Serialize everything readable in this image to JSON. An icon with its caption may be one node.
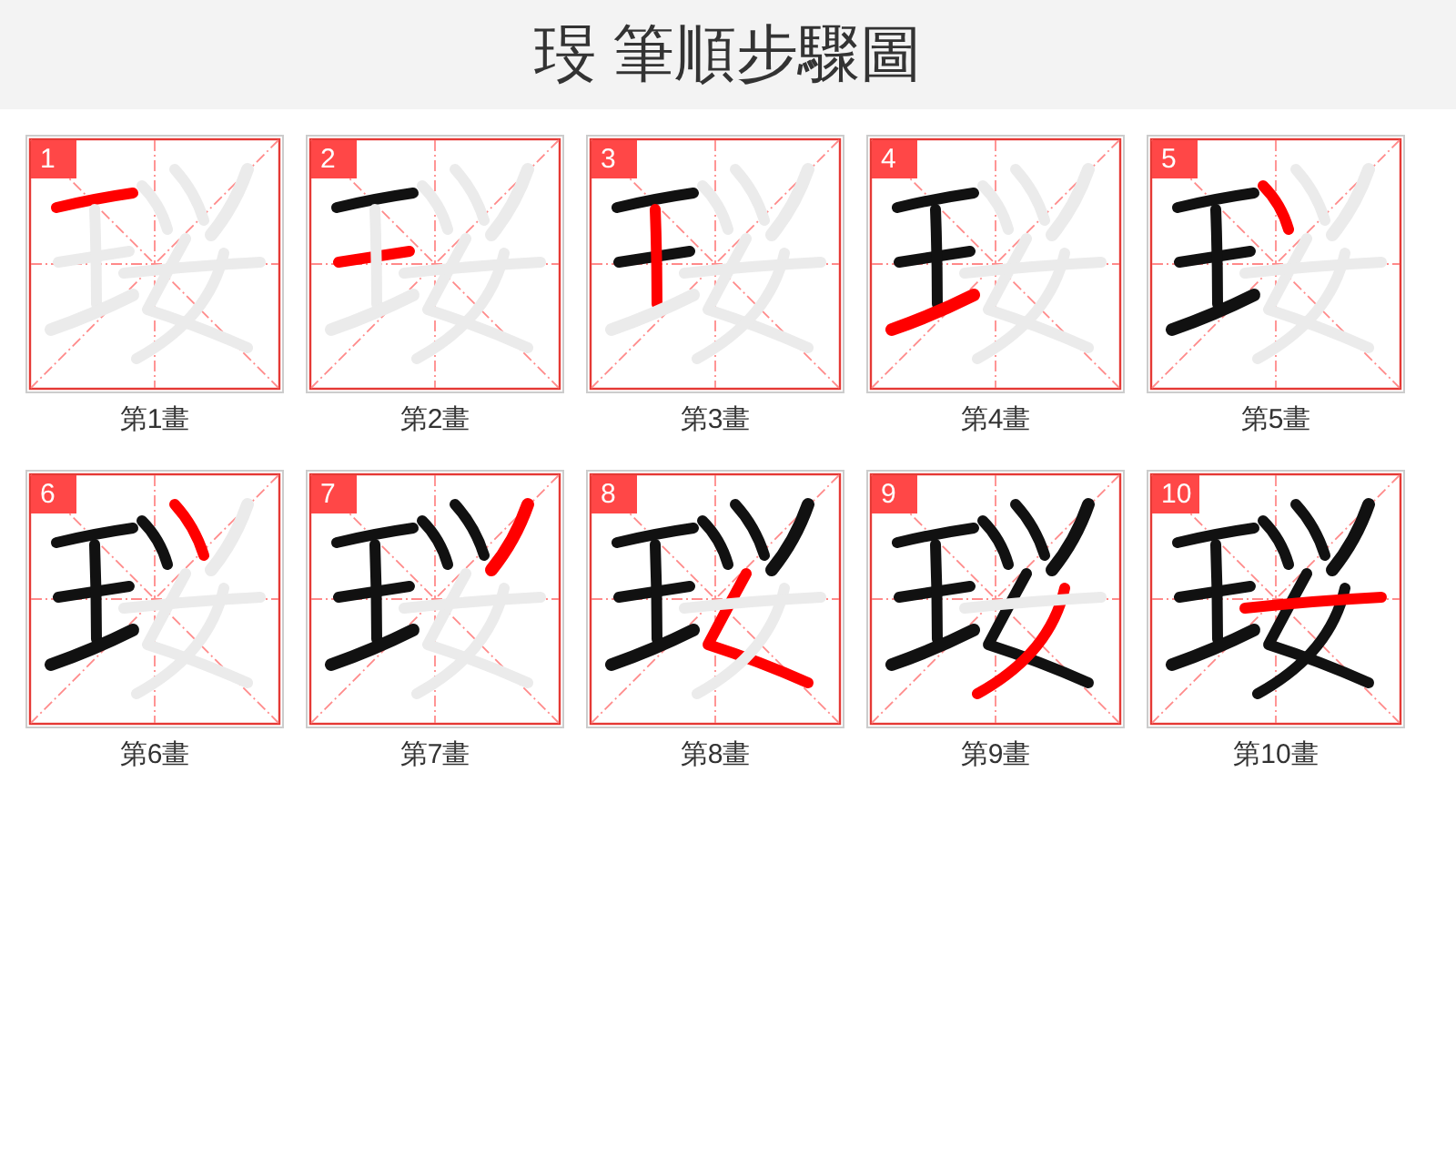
{
  "diagram": {
    "title": "琝 筆順步驟圖",
    "nodes": [
      {
        "text": [
          "1"
        ],
        "beside": [
          "第1畫"
        ]
      },
      {
        "text": [
          "2"
        ],
        "beside": [
          "第2畫"
        ]
      },
      {
        "text": [
          "3"
        ],
        "beside": [
          "第3畫"
        ]
      },
      {
        "text": [
          "4"
        ],
        "beside": [
          "第4畫"
        ]
      },
      {
        "text": [
          "5"
        ],
        "beside": [
          "第5畫"
        ]
      },
      {
        "text": [
          "6"
        ],
        "beside": [
          "第6畫"
        ]
      },
      {
        "text": [
          "7"
        ],
        "beside": [
          "第7畫"
        ]
      },
      {
        "text": [
          "8"
        ],
        "beside": [
          "第8畫"
        ]
      },
      {
        "text": [
          "9"
        ],
        "beside": [
          "第9畫"
        ]
      },
      {
        "text": [
          "10"
        ],
        "beside": [
          "第10畫"
        ]
      }
    ]
  }
}
